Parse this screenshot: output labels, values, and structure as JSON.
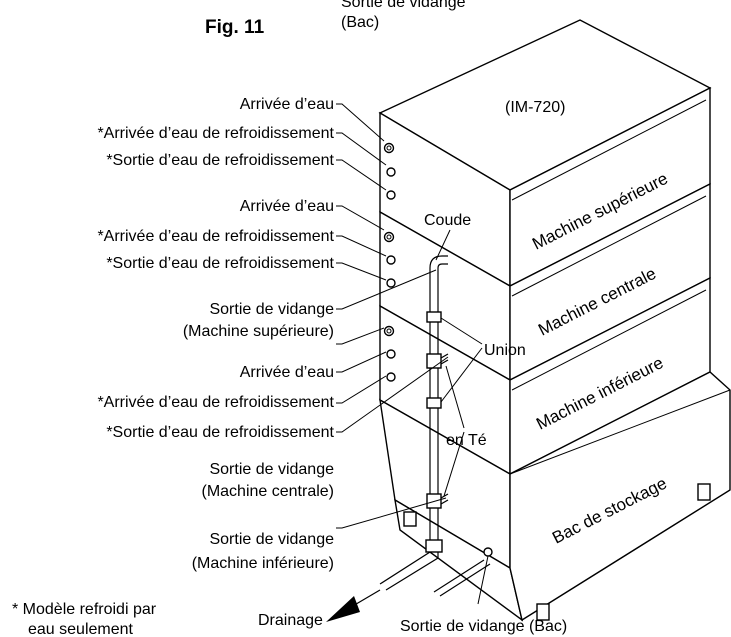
{
  "figure": {
    "title": "Fig. 11",
    "top_label_line1": "Sortie de vidange",
    "top_label_line2": "(Bac)"
  },
  "model": "(IM-720)",
  "faces": {
    "upper": "Machine supérieure",
    "middle": "Machine centrale",
    "lower": "Machine inférieure",
    "bin": "Bac de stockage"
  },
  "left_labels": {
    "water_in_1": "Arrivée d’eau",
    "cool_in_1": "*Arrivée d’eau de refroidissement",
    "cool_out_1": "*Sortie d’eau de refroidissement",
    "water_in_2": "Arrivée d’eau",
    "cool_in_2": "*Arrivée d’eau de refroidissement",
    "cool_out_2": "*Sortie d’eau de refroidissement",
    "drain_upper_1": "Sortie de vidange",
    "drain_upper_2": "(Machine supérieure)",
    "water_in_3": "Arrivée d’eau",
    "cool_in_3": "*Arrivée d’eau de refroidissement",
    "cool_out_3": "*Sortie d’eau de refroidissement",
    "drain_middle_1": "Sortie de vidange",
    "drain_middle_2": "(Machine centrale)",
    "drain_lower_1": "Sortie de vidange",
    "drain_lower_2": "(Machine inférieure)"
  },
  "fittings": {
    "elbow": "Coude",
    "union": "Union",
    "tee": "en Té"
  },
  "bottom": {
    "footnote_line1": "* Modèle refroidi par",
    "footnote_line2": "eau seulement",
    "drainage": "Drainage",
    "bin_drain": "Sortie de vidange (Bac)"
  }
}
